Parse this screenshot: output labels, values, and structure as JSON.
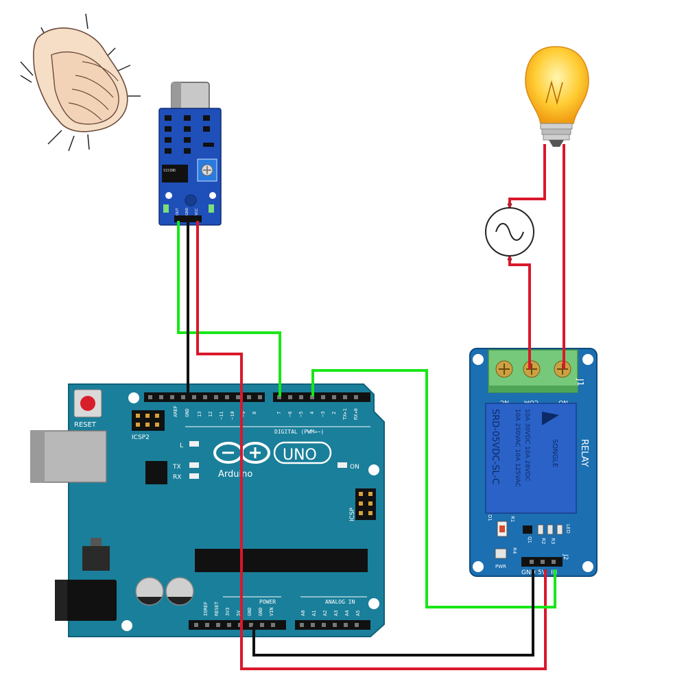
{
  "arduino": {
    "reset_label": "RESET",
    "icsp2_label": "ICSP2",
    "icsp_label": "ICSP",
    "digital_label": "DIGITAL (PWM=~)",
    "l_label": "L",
    "tx_label": "TX",
    "rx_label": "RX",
    "on_label": "ON",
    "uno_label": "UNO",
    "brand_label": "Arduino",
    "power_label": "POWER",
    "analog_label": "ANALOG IN",
    "top_pins": [
      "AREF",
      "GND",
      "13",
      "12",
      "~11",
      "~10",
      "~9",
      "8",
      "7",
      "~6",
      "~5",
      "4",
      "~3",
      "2",
      "TX▸1",
      "RX◂0"
    ],
    "power_pins": [
      "IOREF",
      "RESET",
      "3V3",
      "5V",
      "GND",
      "GND",
      "VIN"
    ],
    "analog_pins": [
      "A0",
      "A1",
      "A2",
      "A3",
      "A4",
      "A5"
    ]
  },
  "sound_sensor": {
    "pin_labels": [
      "OUT",
      "GND",
      "VCC"
    ],
    "chip_text": "S15IND"
  },
  "relay": {
    "title": "RELAY",
    "j1_label": "J1",
    "j2_label": "J2",
    "terminal_labels": [
      "NC",
      "COM",
      "NO"
    ],
    "brand": "SONGLE",
    "model": "SRD-05VDC-SL-C",
    "rating_1": "10A 250VAC  10A 125VAC",
    "rating_2": "10A 30VDC   10A 28VDC",
    "input_labels": [
      "GND",
      "5V",
      "IN"
    ],
    "led_label": "LED",
    "pwr_label": "PWR",
    "d1_label": "D1",
    "r_labels": [
      "R1",
      "R2",
      "R3",
      "R4"
    ],
    "q1_label": "Q1"
  },
  "wires": {
    "colors": {
      "green": "#19e619",
      "red": "#d9182b",
      "black": "#111111"
    }
  }
}
